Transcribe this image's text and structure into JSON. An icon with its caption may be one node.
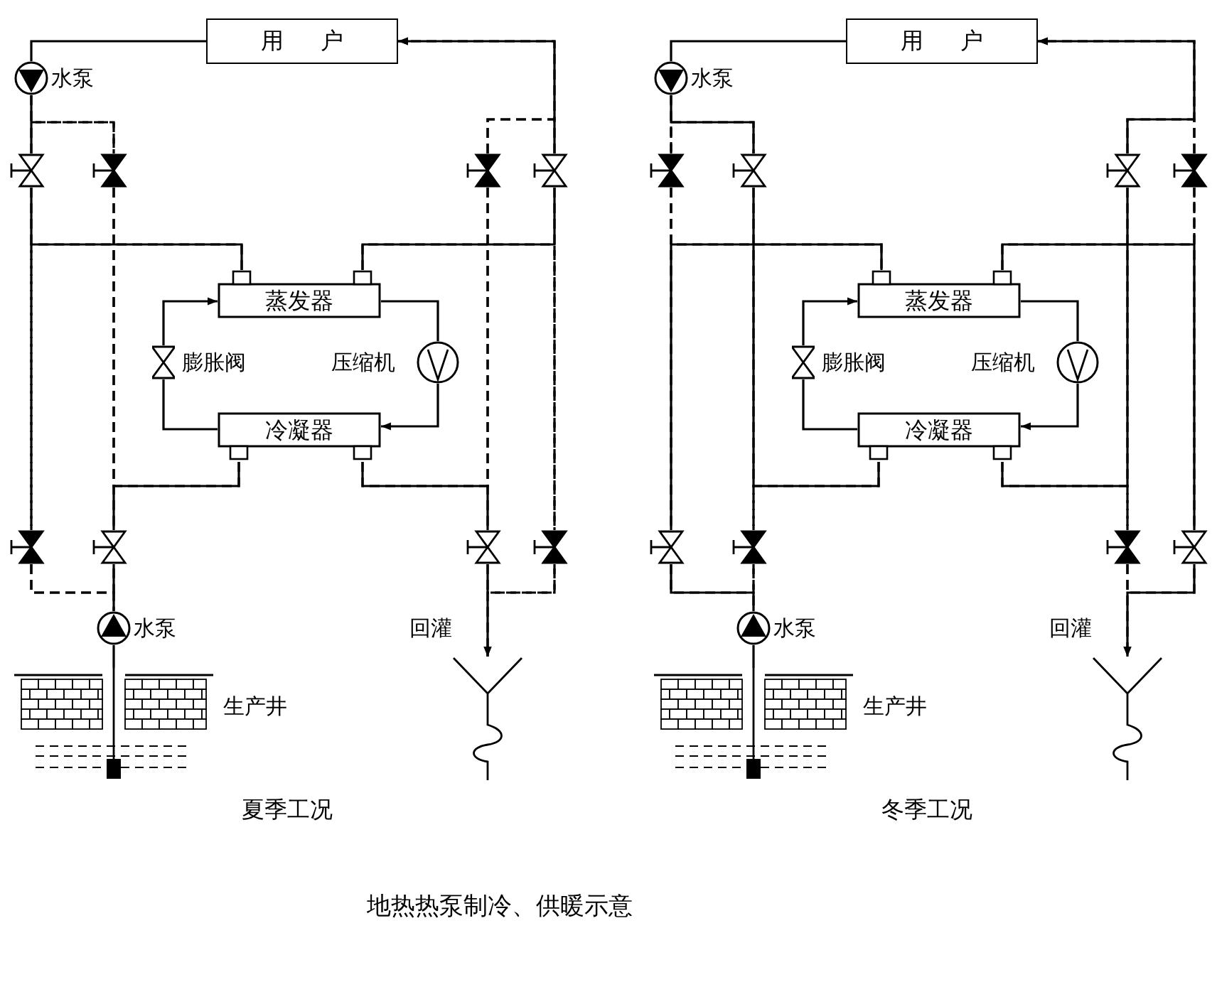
{
  "diagram": {
    "caption": "地热热泵制冷、供暖示意",
    "nodes": [
      {
        "text": [
          "用户"
        ]
      },
      {
        "text": [],
        "shape": "circle",
        "beside": [
          "水泵"
        ]
      },
      {
        "text": [],
        "shape": "valve"
      },
      {
        "text": [],
        "shape": "valve"
      },
      {
        "text": [],
        "shape": "valve"
      },
      {
        "text": [],
        "shape": "valve"
      },
      {
        "text": [
          "蒸发器"
        ]
      },
      {
        "text": [],
        "shape": "valve",
        "beside": [
          "膨胀阀"
        ]
      },
      {
        "text": [],
        "shape": "circle",
        "beside": [
          "压缩机"
        ]
      },
      {
        "text": [
          "冷凝器"
        ]
      },
      {
        "text": [],
        "shape": "valve"
      },
      {
        "text": [],
        "shape": "valve"
      },
      {
        "text": [],
        "shape": "valve"
      },
      {
        "text": [],
        "shape": "valve"
      },
      {
        "text": [],
        "shape": "circle",
        "beside": [
          "水泵"
        ]
      },
      {
        "text": [],
        "shape": "picture",
        "beside": [
          "回灌"
        ]
      },
      {
        "text": [],
        "shape": "picture",
        "beside": [
          "生产井"
        ]
      },
      {
        "text": [
          "用户"
        ]
      },
      {
        "text": [],
        "shape": "circle",
        "beside": [
          "水泵"
        ]
      },
      {
        "text": [],
        "shape": "valve"
      },
      {
        "text": [],
        "shape": "valve"
      },
      {
        "text": [],
        "shape": "valve"
      },
      {
        "text": [],
        "shape": "valve"
      },
      {
        "text": [
          "蒸发器"
        ]
      },
      {
        "text": [],
        "shape": "valve",
        "beside": [
          "膨胀阀"
        ]
      },
      {
        "text": [],
        "shape": "circle",
        "beside": [
          "压缩机"
        ]
      },
      {
        "text": [
          "冷凝器"
        ]
      },
      {
        "text": [],
        "shape": "valve"
      },
      {
        "text": [],
        "shape": "valve"
      },
      {
        "text": [],
        "shape": "valve"
      },
      {
        "text": [],
        "shape": "valve"
      },
      {
        "text": [],
        "shape": "circle",
        "beside": [
          "水泵"
        ]
      },
      {
        "text": [],
        "shape": "picture",
        "beside": [
          "回灌"
        ]
      },
      {
        "text": [],
        "shape": "picture",
        "beside": [
          "生产井"
        ]
      }
    ],
    "edges": [
      {
        "from": 0,
        "to": 1,
        "arrow": "none"
      },
      {
        "from": 1,
        "to": 2,
        "arrow": "none"
      },
      {
        "from": 1,
        "to": 3,
        "arrow": "none",
        "style": "dashed"
      },
      {
        "from": 2,
        "to": 3,
        "arrow": "none",
        "style": "dashed"
      },
      {
        "from": 2,
        "to": 6,
        "arrow": "none"
      },
      {
        "from": 2,
        "to": 10,
        "arrow": "none",
        "style": "dashed"
      },
      {
        "from": 6,
        "to": 10,
        "arrow": "none",
        "style": "dashed"
      },
      {
        "from": 5,
        "to": 0,
        "arrow": "to"
      },
      {
        "from": 4,
        "to": 0,
        "arrow": "to",
        "style": "dashed"
      },
      {
        "from": 4,
        "to": 5,
        "arrow": "none",
        "style": "dashed"
      },
      {
        "from": 6,
        "to": 5,
        "arrow": "none"
      },
      {
        "from": 6,
        "to": 13,
        "arrow": "none",
        "style": "dashed"
      },
      {
        "from": 5,
        "to": 13,
        "arrow": "none",
        "style": "dashed"
      },
      {
        "from": 3,
        "to": 9,
        "arrow": "none",
        "style": "dashed"
      },
      {
        "from": 3,
        "to": 11,
        "arrow": "none",
        "style": "dashed"
      },
      {
        "from": 9,
        "to": 11,
        "arrow": "none"
      },
      {
        "from": 9,
        "to": 4,
        "arrow": "none",
        "style": "dashed"
      },
      {
        "from": 9,
        "to": 12,
        "arrow": "none"
      },
      {
        "from": 4,
        "to": 12,
        "arrow": "none",
        "style": "dashed"
      },
      {
        "from": 10,
        "to": 11,
        "arrow": "none",
        "style": "dashed"
      },
      {
        "from": 10,
        "to": 14,
        "arrow": "none",
        "style": "dashed"
      },
      {
        "from": 11,
        "to": 14,
        "arrow": "none"
      },
      {
        "from": 12,
        "to": 15,
        "arrow": "to"
      },
      {
        "from": 13,
        "to": 15,
        "arrow": "to",
        "style": "dashed"
      },
      {
        "from": 12,
        "to": 13,
        "arrow": "none",
        "style": "dashed"
      },
      {
        "from": 7,
        "to": 6,
        "arrow": "to"
      },
      {
        "from": 9,
        "to": 7,
        "arrow": "none"
      },
      {
        "from": 6,
        "to": 8,
        "arrow": "none"
      },
      {
        "from": 8,
        "to": 9,
        "arrow": "to"
      },
      {
        "from": 14,
        "to": 16,
        "arrow": "none"
      },
      {
        "from": 17,
        "to": 18,
        "arrow": "none"
      },
      {
        "from": 18,
        "to": 19,
        "arrow": "none",
        "style": "dashed"
      },
      {
        "from": 18,
        "to": 20,
        "arrow": "none"
      },
      {
        "from": 19,
        "to": 20,
        "arrow": "none",
        "style": "dashed"
      },
      {
        "from": 19,
        "to": 23,
        "arrow": "none",
        "style": "dashed"
      },
      {
        "from": 19,
        "to": 27,
        "arrow": "none",
        "style": "dashed"
      },
      {
        "from": 23,
        "to": 27,
        "arrow": "none"
      },
      {
        "from": 22,
        "to": 17,
        "arrow": "to",
        "style": "dashed"
      },
      {
        "from": 21,
        "to": 17,
        "arrow": "to"
      },
      {
        "from": 21,
        "to": 22,
        "arrow": "none",
        "style": "dashed"
      },
      {
        "from": 23,
        "to": 22,
        "arrow": "none",
        "style": "dashed"
      },
      {
        "from": 23,
        "to": 30,
        "arrow": "none"
      },
      {
        "from": 22,
        "to": 30,
        "arrow": "none",
        "style": "dashed"
      },
      {
        "from": 20,
        "to": 26,
        "arrow": "none"
      },
      {
        "from": 20,
        "to": 28,
        "arrow": "none",
        "style": "dashed"
      },
      {
        "from": 26,
        "to": 28,
        "arrow": "none",
        "style": "dashed"
      },
      {
        "from": 26,
        "to": 21,
        "arrow": "none"
      },
      {
        "from": 26,
        "to": 29,
        "arrow": "none",
        "style": "dashed"
      },
      {
        "from": 21,
        "to": 29,
        "arrow": "none",
        "style": "dashed"
      },
      {
        "from": 27,
        "to": 28,
        "arrow": "none",
        "style": "dashed"
      },
      {
        "from": 27,
        "to": 31,
        "arrow": "none"
      },
      {
        "from": 28,
        "to": 31,
        "arrow": "none",
        "style": "dashed"
      },
      {
        "from": 29,
        "to": 32,
        "arrow": "to",
        "style": "dashed"
      },
      {
        "from": 30,
        "to": 32,
        "arrow": "to"
      },
      {
        "from": 29,
        "to": 30,
        "arrow": "none",
        "style": "dashed"
      },
      {
        "from": 24,
        "to": 23,
        "arrow": "to"
      },
      {
        "from": 26,
        "to": 24,
        "arrow": "none"
      },
      {
        "from": 23,
        "to": 25,
        "arrow": "none"
      },
      {
        "from": 25,
        "to": 26,
        "arrow": "to"
      },
      {
        "from": 31,
        "to": 33,
        "arrow": "none"
      }
    ],
    "labels": [
      "夏季工况",
      "冬季工况"
    ]
  }
}
